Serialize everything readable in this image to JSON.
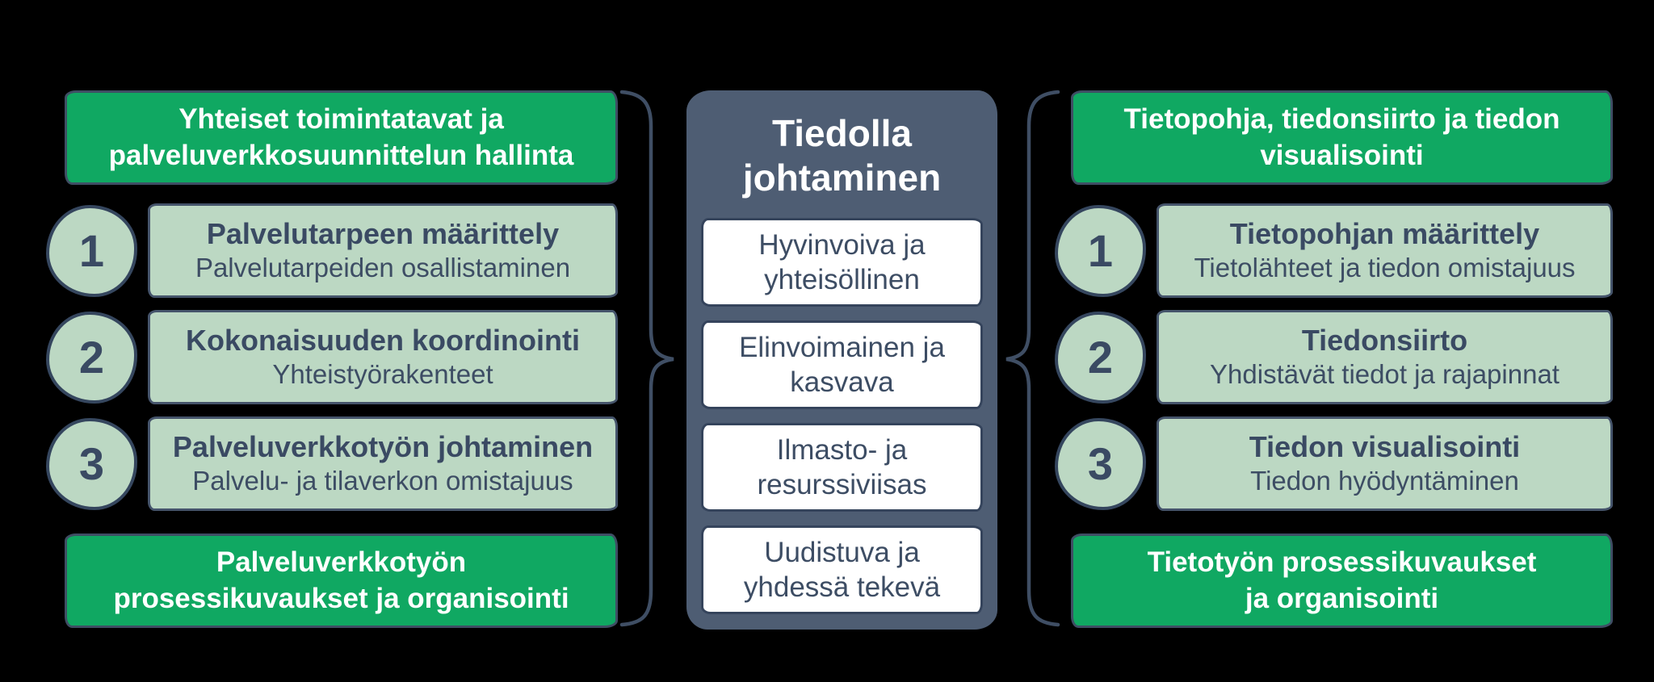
{
  "colors": {
    "background": "#000000",
    "accent_green": "#10A862",
    "light_green": "#BCD8C3",
    "panel_slate": "#4E5D73",
    "outline": "#3F4E64",
    "text_dark": "#3D4D64",
    "text_light": "#FFFFFF"
  },
  "left_column": {
    "header": "Yhteiset toimintatavat ja\npalveluverkkosuunnittelun hallinta",
    "items": [
      {
        "number": "1",
        "title": "Palvelutarpeen määrittely",
        "subtitle": "Palvelutarpeiden osallistaminen"
      },
      {
        "number": "2",
        "title": "Kokonaisuuden koordinointi",
        "subtitle": "Yhteistyörakenteet"
      },
      {
        "number": "3",
        "title": "Palveluverkkotyön johtaminen",
        "subtitle": "Palvelu- ja tilaverkon omistajuus"
      }
    ],
    "footer": "Palveluverkkotyön\nprosessikuvaukset ja organisointi"
  },
  "center_panel": {
    "title": "Tiedolla\njohtaminen",
    "items": [
      "Hyvinvoiva ja\nyhteisöllinen",
      "Elinvoimainen ja\nkasvava",
      "Ilmasto- ja\nresurssiviisas",
      "Uudistuva ja\nyhdessä tekevä"
    ]
  },
  "right_column": {
    "header": "Tietopohja, tiedonsiirto ja tiedon\nvisualisointi",
    "items": [
      {
        "number": "1",
        "title": "Tietopohjan määrittely",
        "subtitle": "Tietolähteet ja tiedon omistajuus"
      },
      {
        "number": "2",
        "title": "Tiedonsiirto",
        "subtitle": "Yhdistävät tiedot ja rajapinnat"
      },
      {
        "number": "3",
        "title": "Tiedon visualisointi",
        "subtitle": "Tiedon hyödyntäminen"
      }
    ],
    "footer": "Tietotyön prosessikuvaukset\nja organisointi"
  }
}
